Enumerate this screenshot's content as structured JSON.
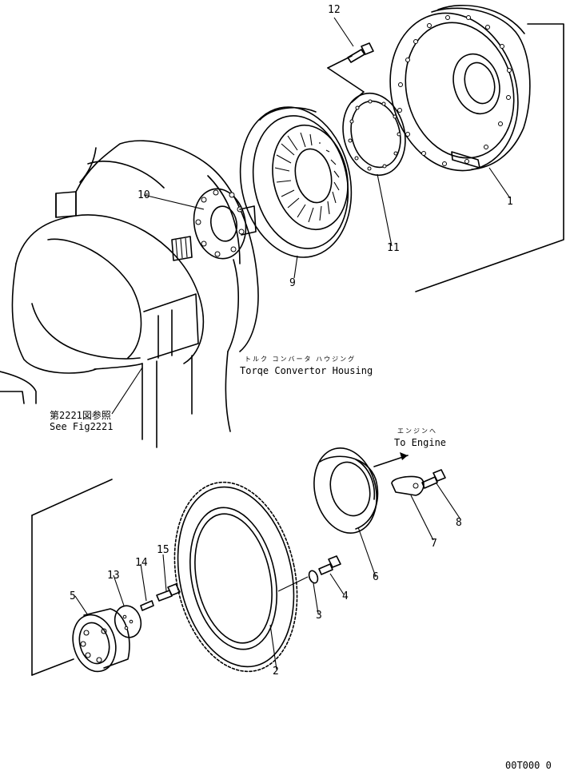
{
  "part_numbers": [
    "1",
    "2",
    "3",
    "4",
    "5",
    "6",
    "7",
    "8",
    "9",
    "10",
    "11",
    "12",
    "13",
    "14",
    "15"
  ],
  "annotations": {
    "housing_kana": "トルク コンバータ ハウジング",
    "housing_en": "Torqe Convertor Housing",
    "ref_jp": "第2221図参照",
    "ref_en": "See Fig2221",
    "engine_kana": "エンジンへ",
    "engine_en": "To Engine"
  },
  "footer_code": "00T000 0"
}
